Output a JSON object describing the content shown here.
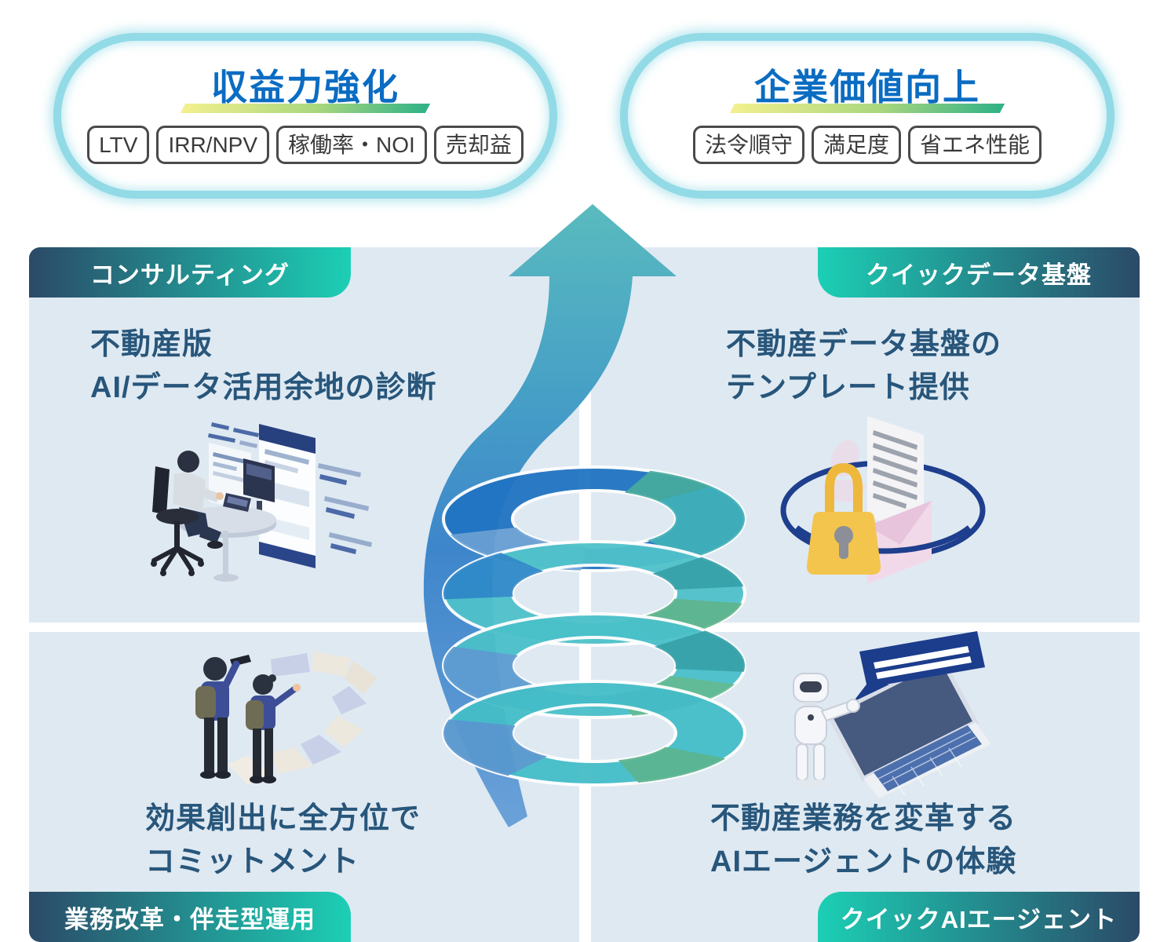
{
  "outcomes": {
    "left": {
      "title": "収益力強化",
      "tags": [
        "LTV",
        "IRR/NPV",
        "稼働率・NOI",
        "売却益"
      ]
    },
    "right": {
      "title": "企業価値向上",
      "tags": [
        "法令順守",
        "満足度",
        "省エネ性能"
      ]
    }
  },
  "quadrants": {
    "top_left": {
      "badge": "コンサルティング",
      "lines": [
        "不動産版",
        "AI/データ活用余地の診断"
      ],
      "illustration": "consultant-at-desk"
    },
    "top_right": {
      "badge": "クイックデータ基盤",
      "lines": [
        "不動産データ基盤の",
        "テンプレート提供"
      ],
      "illustration": "secure-data-lock"
    },
    "bottom_left": {
      "badge": "業務改革・伴走型運用",
      "lines": [
        "効果創出に全方位で",
        "コミットメント"
      ],
      "illustration": "people-roadmap"
    },
    "bottom_right": {
      "badge": "クイックAIエージェント",
      "lines": [
        "不動産業務を変革する",
        "AIエージェントの体験"
      ],
      "illustration": "ai-robot-laptop"
    }
  },
  "center_graphic": {
    "name": "growth-spiral-arrow",
    "description": "upward spiral with rising arrow"
  },
  "colors": {
    "title_blue": "#0A6CC2",
    "underline_gradient": [
      "#F3F08E",
      "#2FB187"
    ],
    "pill_border": "#92DAE6",
    "panel_background": "#DFE9F2",
    "badge_navy": "#2B4A68",
    "badge_teal": "#1CCFB5",
    "headline_navy": "#28567B",
    "spiral_blue": "#2174C2",
    "spiral_teal": "#4FC2CA",
    "spiral_green": "#59B287",
    "spiral_steel": "#6FA3D6"
  }
}
